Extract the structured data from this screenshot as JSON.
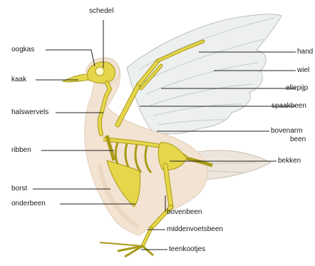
{
  "labels": {
    "schedel": "schedel",
    "oogkas": "oogkas",
    "kaak": "kaak",
    "halswervels": "halswervels",
    "ribben": "ribben",
    "borst": "borst",
    "onderbeen": "onderbeen",
    "hand": "hand",
    "wiel": "wiel",
    "ellepijp": "ellepijp",
    "spaakbeen": "spaakbeen",
    "bovenarm_line1": "bovenarm",
    "bovenarm_line2": "been",
    "bekken": "bekken",
    "bovenbeen": "bovenbeen",
    "middenvoetsbeen": "middenvoetsbeen",
    "teenkootjes": "teenkootjes"
  },
  "colors": {
    "body_fill": "#f3e3d2",
    "body_shade": "#e8d0b8",
    "wing_fill": "#eef0f0",
    "wing_stroke": "#b9bfc1",
    "bone_fill": "#e6d64a",
    "bone_stroke": "#a99a18",
    "leader_line": "#222222"
  }
}
